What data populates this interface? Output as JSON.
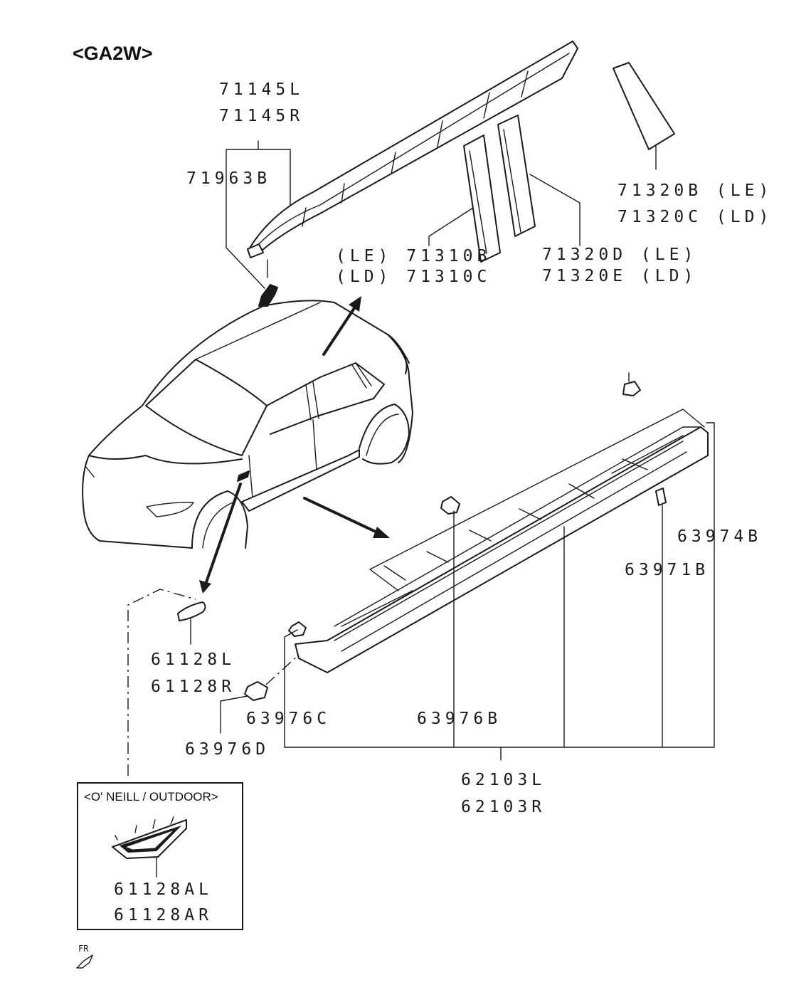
{
  "header": {
    "model_code": "<GA2W>"
  },
  "parts": {
    "roof_molding": {
      "left": "71145L",
      "right": "71145R"
    },
    "roof_clip": "71963B",
    "b_pillar_front": {
      "le": "(LE) 71310B",
      "ld": "(LD) 71310C"
    },
    "b_pillar_rear": {
      "le": "71320D (LE)",
      "ld": "71320E (LD)"
    },
    "c_pillar": {
      "le": "71320B (LE)",
      "ld": "71320C (LD)"
    },
    "side_turn_lamp": {
      "left": "61128L",
      "right": "61128R"
    },
    "side_sill": {
      "left": "62103L",
      "right": "62103R"
    },
    "clip_63976c": "63976C",
    "clip_63976d": "63976D",
    "clip_63976b": "63976B",
    "screw_63971b": "63971B",
    "clip_63974b": "63974B"
  },
  "variant_box": {
    "title": "<O' NEILL / OUTDOOR>",
    "left": "61128AL",
    "right": "61128AR"
  },
  "orientation": {
    "label": "FR"
  }
}
